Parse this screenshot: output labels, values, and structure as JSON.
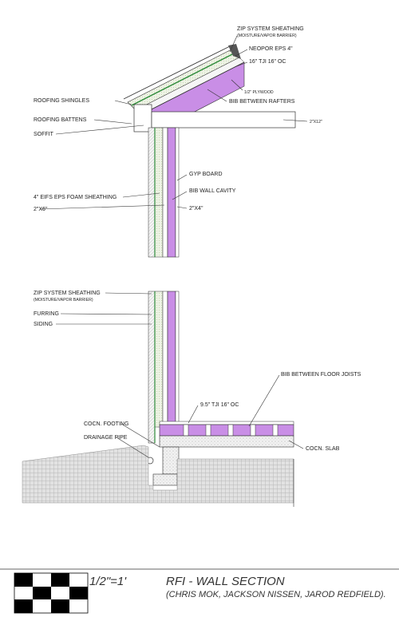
{
  "colors": {
    "insulation": "#c98ee6",
    "insulation_dark": "#b070d8",
    "membrane": "#2e8b3a",
    "line": "#333333",
    "grade": "#d9d9d9"
  },
  "labels": {
    "zip_top": "ZIP SYSTEM SHEATHING",
    "zip_top_sub": "(MOISTURE/VAPOR BARRIER)",
    "neopor": "NEOPOR EPS 4\"",
    "tji_roof": "16\" TJI 16\" OC",
    "plywood": "1/2\" PLYWOOD",
    "bib_rafters": "BIB BETWEEN RAFTERS",
    "shingles": "ROOFING SHINGLES",
    "battens": "ROOFING BATTENS",
    "soffit": "SOFFIT",
    "beam": "2\"X12\"",
    "gyp": "GYP BOARD",
    "bib_wall": "BIB WALL CAVITY",
    "eifs": "4\" EIFS EPS FOAM SHEATHING",
    "stud_ext": "2\"X6\"",
    "stud_int": "2\"X4\"",
    "zip_bottom": "ZIP SYSTEM SHEATHING",
    "zip_bottom_sub": "(MOISTURE/VAPOR BARRIER)",
    "furring": "FURRING",
    "siding": "SIDING",
    "bib_floor": "BIB BETWEEN FLOOR JOISTS",
    "tji_floor": "9.5\" TJI 16\" OC",
    "footing": "COCN. FOOTING",
    "drain": "DRAINAGE PIPE",
    "slab": "COCN. SLAB"
  },
  "title_block": {
    "scale": "1/2\"=1'",
    "title": "RFI - WALL SECTION",
    "authors": "(CHRIS MOK, JACKSON NISSEN, JAROD REDFIELD)."
  }
}
